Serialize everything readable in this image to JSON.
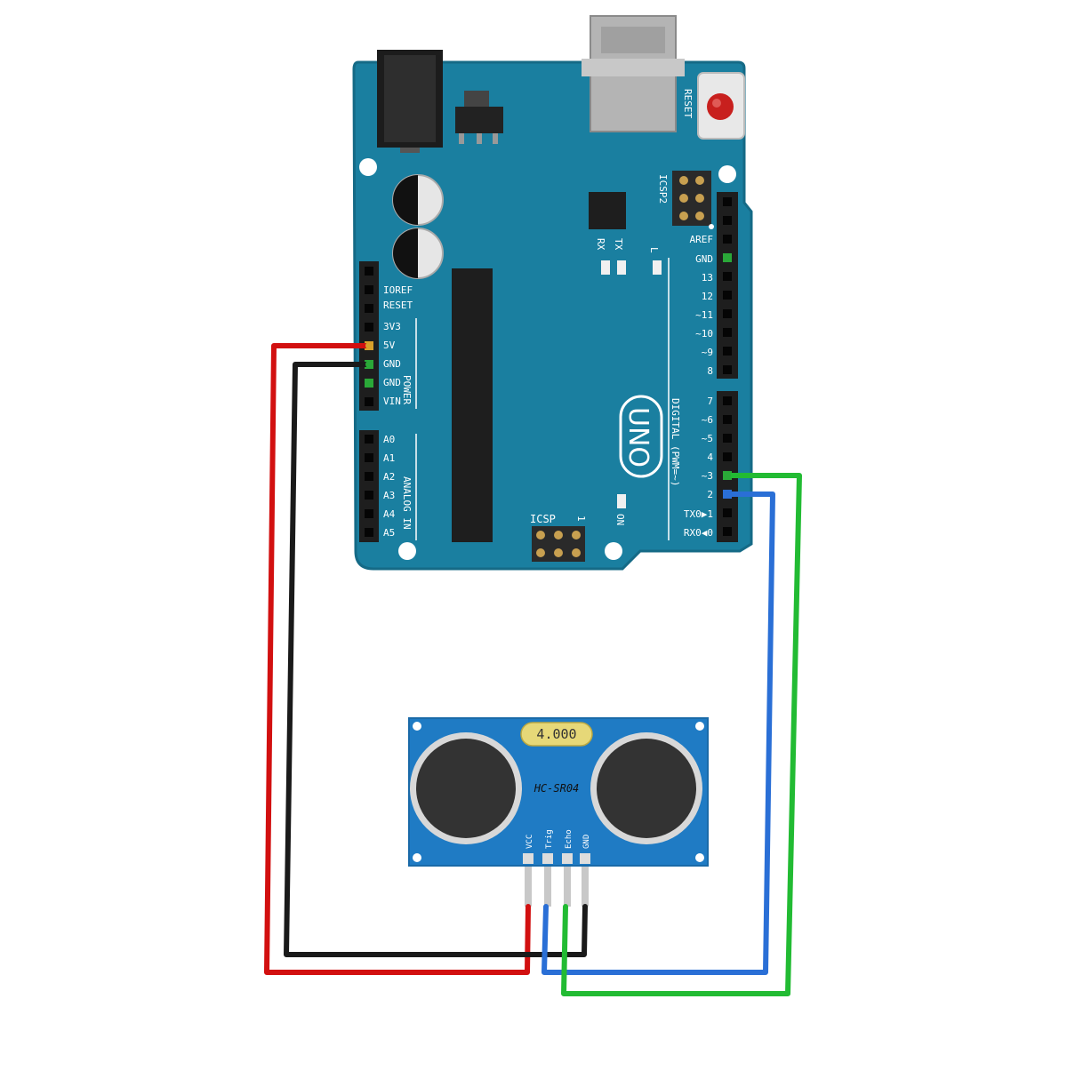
{
  "arduino": {
    "reset_label": "RESET",
    "icsp2_label": "ICSP2",
    "rx_label": "RX",
    "tx_label": "TX",
    "l_label": "L",
    "aref_label": "AREF",
    "gnd_top_label": "GND",
    "uno_label": "UNO",
    "digital_label": "DIGITAL (PWM=~)",
    "on_label": "ON",
    "icsp_label": "ICSP",
    "icsp_pin1_label": "1",
    "power_label": "POWER",
    "analog_label": "ANALOG IN",
    "power_pins": [
      "IOREF",
      "RESET",
      "3V3",
      "5V",
      "GND",
      "GND",
      "VIN"
    ],
    "analog_pins": [
      "A0",
      "A1",
      "A2",
      "A3",
      "A4",
      "A5"
    ],
    "digital_high_pins": [
      "13",
      "12",
      "~11",
      "~10",
      "~9",
      "8"
    ],
    "digital_low_pins": [
      "7",
      "~6",
      "~5",
      "4",
      "~3",
      "2",
      "TX0▶1",
      "RX0◀0"
    ],
    "board_color": "#1a7fa0"
  },
  "sensor": {
    "crystal_label": "4.000",
    "model_label": "HC-SR04",
    "pins": [
      "VCC",
      "Trig",
      "Echo",
      "GND"
    ],
    "board_color": "#1f7bc4"
  },
  "wires": [
    {
      "name": "vcc-wire",
      "color": "#d21010"
    },
    {
      "name": "gnd-wire",
      "color": "#1a1a1a"
    },
    {
      "name": "trig-wire",
      "color": "#2a6fd6"
    },
    {
      "name": "echo-wire",
      "color": "#22bb33"
    }
  ]
}
